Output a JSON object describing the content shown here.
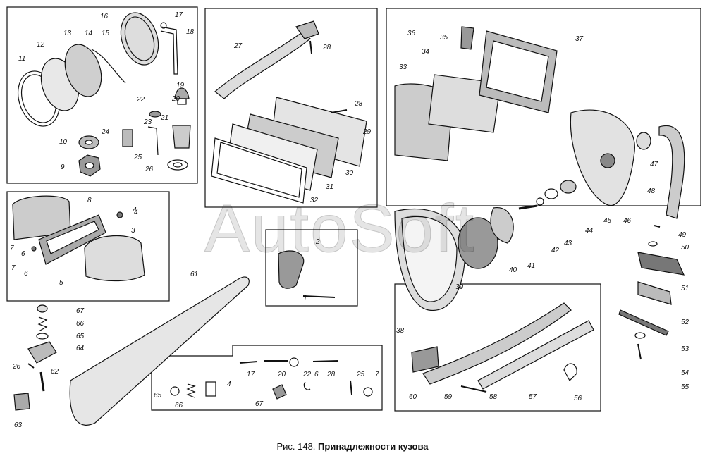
{
  "caption": {
    "prefix": "Рис. 148.",
    "title": "Принадлежности кузова"
  },
  "watermark": "AutoSoft",
  "labels": [
    "1",
    "2",
    "3",
    "4",
    "5",
    "6",
    "7",
    "8",
    "9",
    "10",
    "11",
    "12",
    "13",
    "14",
    "15",
    "16",
    "17",
    "18",
    "19",
    "20",
    "21",
    "22",
    "23",
    "24",
    "25",
    "26",
    "27",
    "28",
    "29",
    "30",
    "31",
    "32",
    "33",
    "34",
    "35",
    "36",
    "37",
    "38",
    "39",
    "40",
    "41",
    "42",
    "43",
    "44",
    "45",
    "46",
    "47",
    "48",
    "49",
    "50",
    "51",
    "52",
    "53",
    "54",
    "55",
    "56",
    "57",
    "58",
    "59",
    "60",
    "61",
    "62",
    "63",
    "64",
    "65",
    "66",
    "67"
  ],
  "inset_labels": [
    "17",
    "20",
    "22",
    "6",
    "28",
    "25",
    "7",
    "65",
    "66",
    "4",
    "67"
  ],
  "extra_labels": [
    "4",
    "6",
    "7",
    "26",
    "28"
  ]
}
